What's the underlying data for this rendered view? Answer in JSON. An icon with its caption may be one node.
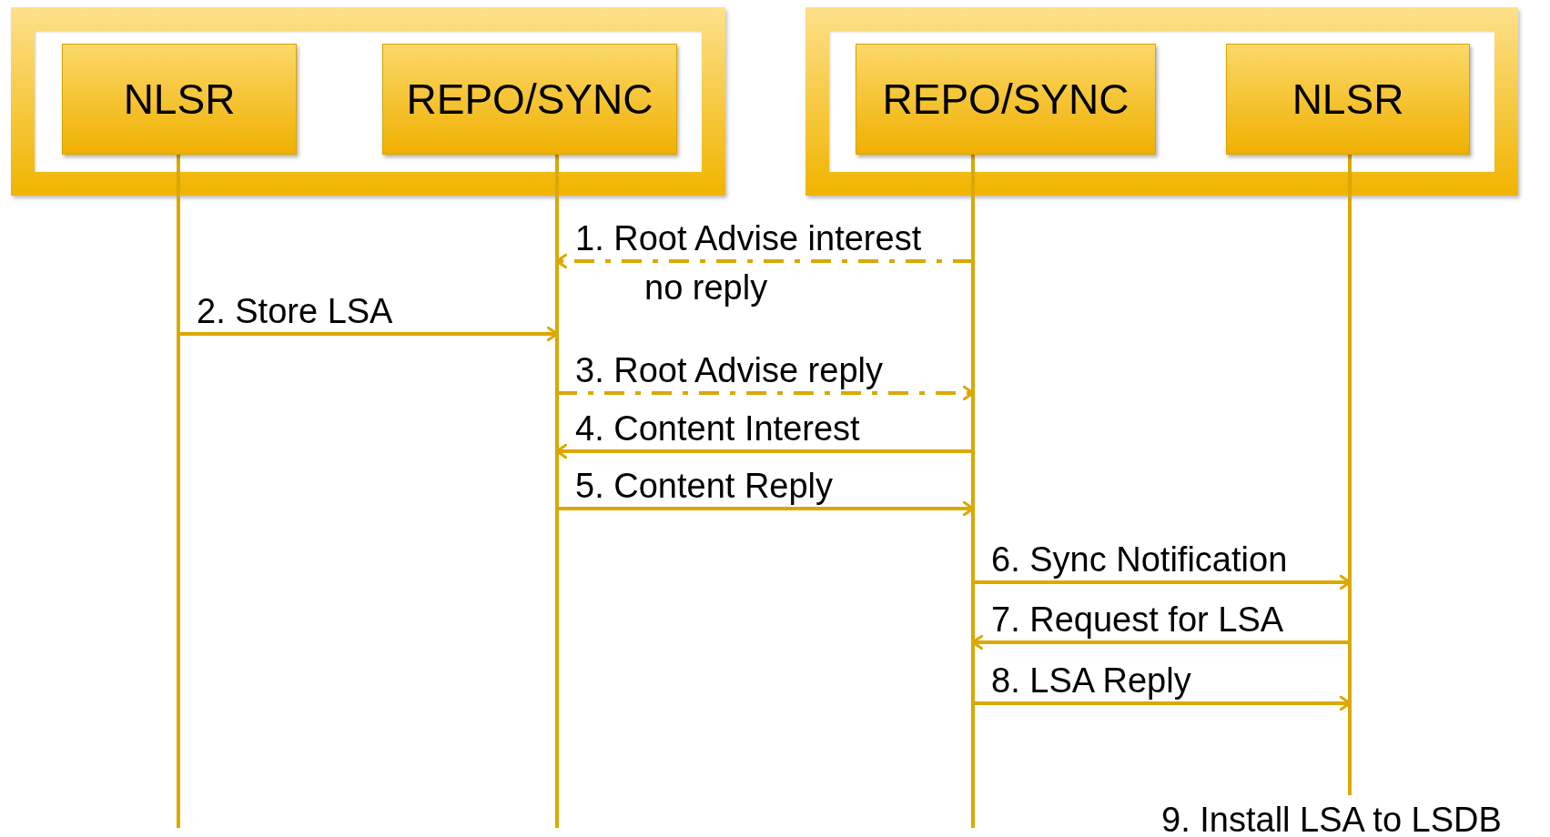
{
  "diagram": {
    "nodes": [
      {
        "text": [],
        "shape": "box"
      },
      {
        "text": [
          "NLSR"
        ],
        "in": 0
      },
      {
        "text": [
          "REPO/SYNC"
        ],
        "in": 0
      },
      {
        "text": [],
        "shape": "box"
      },
      {
        "text": [
          "REPO/SYNC"
        ],
        "in": 3
      },
      {
        "text": [
          "NLSR"
        ],
        "in": 3
      },
      {
        "text": [],
        "shape": "line"
      },
      {
        "text": [],
        "shape": "line"
      },
      {
        "text": [],
        "shape": "line"
      },
      {
        "text": [],
        "shape": "line"
      }
    ],
    "edges": [
      {
        "from": 8,
        "to": 7,
        "arrow": "to",
        "label": "1. Root Advise interest",
        "style": "dashed"
      },
      {
        "from": 6,
        "to": 7,
        "arrow": "to",
        "label": "2. Store LSA"
      },
      {
        "from": 7,
        "to": 8,
        "arrow": "to",
        "label": "3. Root Advise reply",
        "style": "dashed"
      },
      {
        "from": 8,
        "to": 7,
        "arrow": "to",
        "label": "4. Content Interest"
      },
      {
        "from": 7,
        "to": 8,
        "arrow": "to",
        "label": "5. Content Reply"
      },
      {
        "from": 8,
        "to": 9,
        "arrow": "to",
        "label": "6. Sync Notification"
      },
      {
        "from": 9,
        "to": 8,
        "arrow": "to",
        "label": "7. Request for LSA"
      },
      {
        "from": 8,
        "to": 9,
        "arrow": "to",
        "label": "8. LSA Reply"
      }
    ],
    "labels": [
      "no reply",
      "9. Install LSA to LSDB"
    ]
  }
}
